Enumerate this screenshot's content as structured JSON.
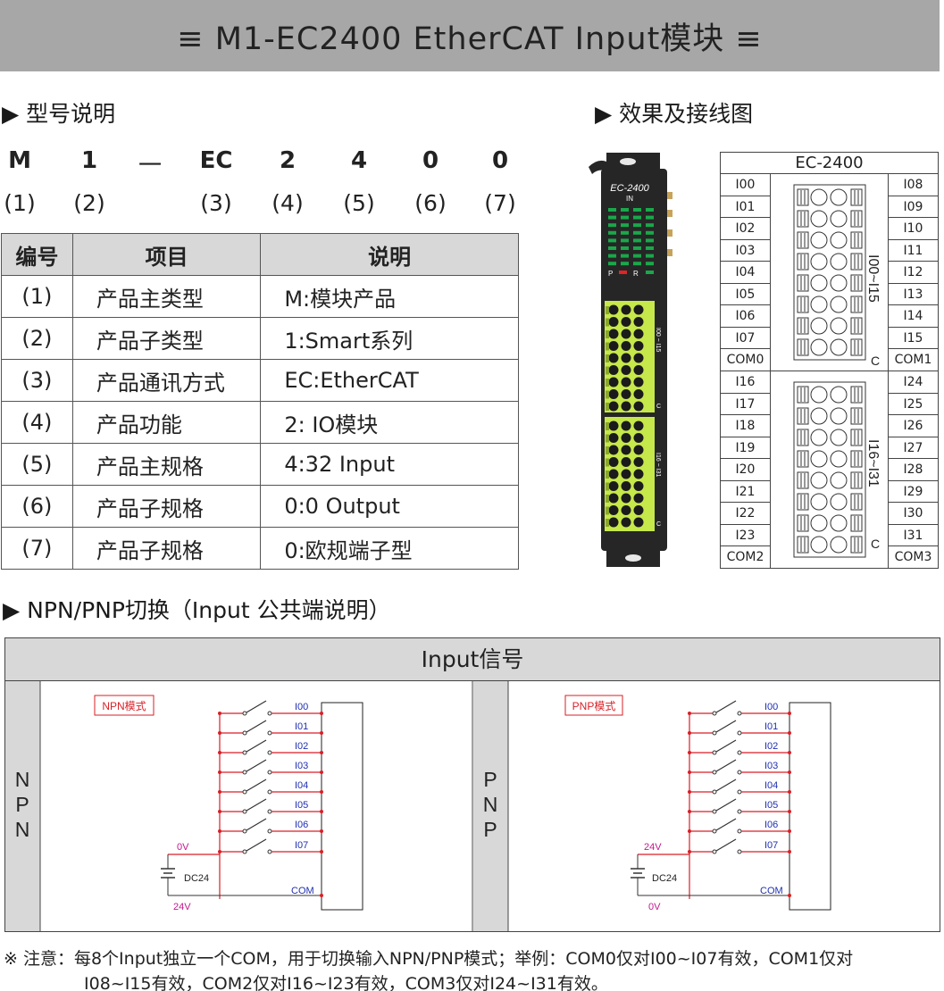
{
  "title": "≡ M1-EC2400   EtherCAT Input模块 ≡",
  "sections": {
    "model": "▶ 型号说明",
    "wiring": "▶ 效果及接线图",
    "switch": "▶ NPN/PNP切换（Input 公共端说明）"
  },
  "code": {
    "chars": [
      "M",
      "1",
      "一",
      "EC",
      "2",
      "4",
      "0",
      "0"
    ],
    "indices": [
      "(1)",
      "(2)",
      "(3)",
      "(4)",
      "(5)",
      "(6)",
      "(7)"
    ]
  },
  "model_table": {
    "headers": [
      "编号",
      "项目",
      "说明"
    ],
    "rows": [
      [
        "(1)",
        "产品主类型",
        "M:模块产品"
      ],
      [
        "(2)",
        "产品子类型",
        "1:Smart系列"
      ],
      [
        "(3)",
        "产品通讯方式",
        "EC:EtherCAT"
      ],
      [
        "(4)",
        "产品功能",
        "2: IO模块"
      ],
      [
        "(5)",
        "产品主规格",
        "4:32 Input"
      ],
      [
        "(6)",
        "产品子规格",
        "0:0 Output"
      ],
      [
        "(7)",
        "产品子规格",
        "0:欧规端子型"
      ]
    ]
  },
  "device": {
    "label": "EC-2400",
    "in_label": "IN",
    "p_label": "P",
    "r_label": "R",
    "range_a": "I00 ~ I15",
    "range_b": "I16 ~ I31",
    "c_label": "C",
    "colors": {
      "body": "#262626",
      "terminal": "#c6e84a",
      "led": "#19a84a",
      "led_red": "#e02424"
    }
  },
  "wiring_table": {
    "title": "EC-2400",
    "block_a": {
      "left": [
        "I00",
        "I01",
        "I02",
        "I03",
        "I04",
        "I05",
        "I06",
        "I07",
        "COM0"
      ],
      "right": [
        "I08",
        "I09",
        "I10",
        "I11",
        "I12",
        "I13",
        "I14",
        "I15",
        "COM1"
      ],
      "range": "I00~I15",
      "c_label": "C"
    },
    "block_b": {
      "left": [
        "I16",
        "I17",
        "I18",
        "I19",
        "I20",
        "I21",
        "I22",
        "I23",
        "COM2"
      ],
      "right": [
        "I24",
        "I25",
        "I26",
        "I27",
        "I28",
        "I29",
        "I30",
        "I31",
        "COM3"
      ],
      "range": "I16~I31",
      "c_label": "C"
    }
  },
  "signal_table": {
    "header": "Input信号",
    "npn": {
      "side_label": [
        "N",
        "P",
        "N"
      ],
      "mode_label": "NPN模式",
      "inputs": [
        "I00",
        "I01",
        "I02",
        "I03",
        "I04",
        "I05",
        "I06",
        "I07"
      ],
      "top_voltage": "0V",
      "dc_label": "DC24",
      "bottom_voltage": "24V",
      "com_label": "COM"
    },
    "pnp": {
      "side_label": [
        "P",
        "N",
        "P"
      ],
      "mode_label": "PNP模式",
      "inputs": [
        "I00",
        "I01",
        "I02",
        "I03",
        "I04",
        "I05",
        "I06",
        "I07"
      ],
      "top_voltage": "24V",
      "dc_label": "DC24",
      "bottom_voltage": "0V",
      "com_label": "COM"
    },
    "colors": {
      "wire": "#d91f26",
      "label_blue": "#1f2fb0",
      "voltage": "#c2188f"
    }
  },
  "notes": [
    "※ 注意：每8个Input独立一个COM，用于切换输入NPN/PNP模式；举例：COM0仅对I00~I07有效，COM1仅对",
    "I08~I15有效，COM2仅对I16~I23有效，COM3仅对I24~I31有效。"
  ]
}
